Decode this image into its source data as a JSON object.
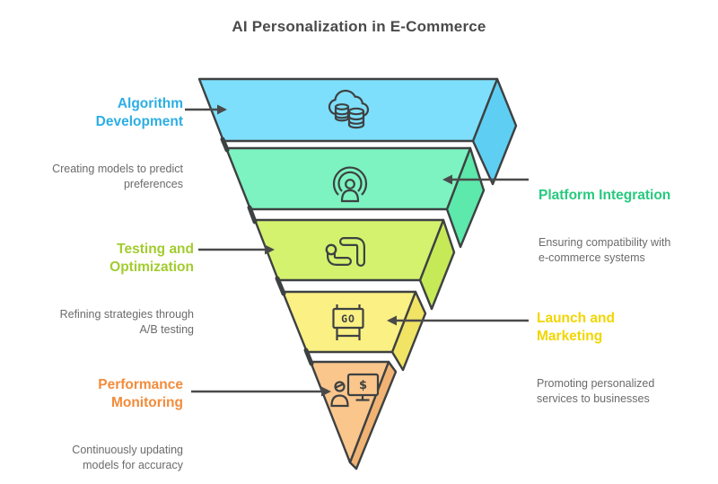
{
  "title": "AI Personalization in E-Commerce",
  "stages": [
    {
      "label": "Algorithm\nDevelopment",
      "description": "Creating models to predict\npreferences",
      "label_color": "#2CAEE3",
      "fill": "#7DDFFB",
      "side_fill": "#5ECFF3",
      "icon": "cloud-database-icon"
    },
    {
      "label": "Platform Integration",
      "description": "Ensuring compatibility with\ne-commerce systems",
      "label_color": "#26C97E",
      "fill": "#7CF3C0",
      "side_fill": "#5CE9AB",
      "icon": "broadcast-user-icon"
    },
    {
      "label": "Testing and\nOptimization",
      "description": "Refining strategies through\nA/B testing",
      "label_color": "#A3CC2F",
      "fill": "#D4F26E",
      "side_fill": "#C6E957",
      "icon": "flow-arrows-icon"
    },
    {
      "label": "Launch and\nMarketing",
      "description": "Promoting personalized\nservices to businesses",
      "label_color": "#F2D600",
      "fill": "#FAF083",
      "side_fill": "#F1E364",
      "icon": "go-sign-icon",
      "icon_text": "GO"
    },
    {
      "label": "Performance\nMonitoring",
      "description": "Continuously updating\nmodels for accuracy",
      "label_color": "#F28C3B",
      "fill": "#FAC68C",
      "side_fill": "#F1B373",
      "icon": "revenue-monitor-icon",
      "icon_text": "$"
    }
  ],
  "style": {
    "outline": "#3E4142",
    "arrow": "#4A4A4A",
    "title_color": "#4A4A4A",
    "desc_color": "#6B6B6B"
  }
}
